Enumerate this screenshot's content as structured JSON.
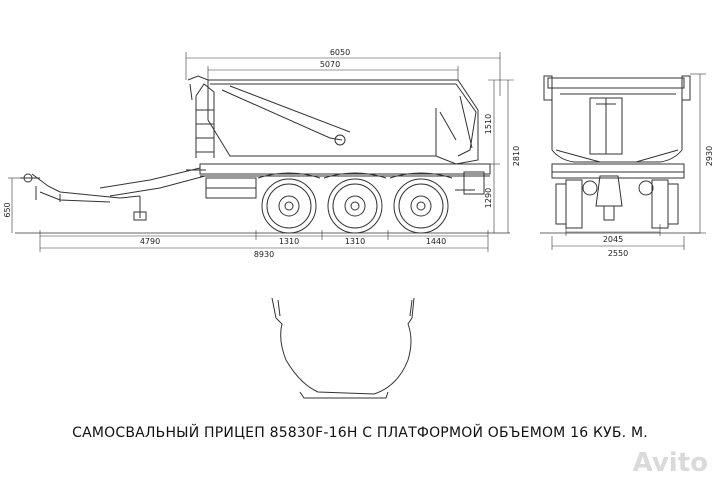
{
  "dimensions": {
    "total_length": "6050",
    "body_length": "5070",
    "hitch_height": "650",
    "drawbar": "4790",
    "overall_length": "8930",
    "axle_spacing_1": "1310",
    "axle_spacing_2": "1310",
    "rear_overhang": "1440",
    "body_height": "1510",
    "loaded_height": "2810",
    "frame_height": "1290",
    "track": "2045",
    "overall_width": "2550",
    "overall_height": "2930"
  },
  "caption": "САМОСВАЛЬНЫЙ ПРИЦЕП 85830F-16H С ПЛАТФОРМОЙ ОБЪЕМОМ 16 КУБ. М.",
  "watermark": "Avito",
  "colors": {
    "line": "#333333",
    "background": "#ffffff"
  }
}
